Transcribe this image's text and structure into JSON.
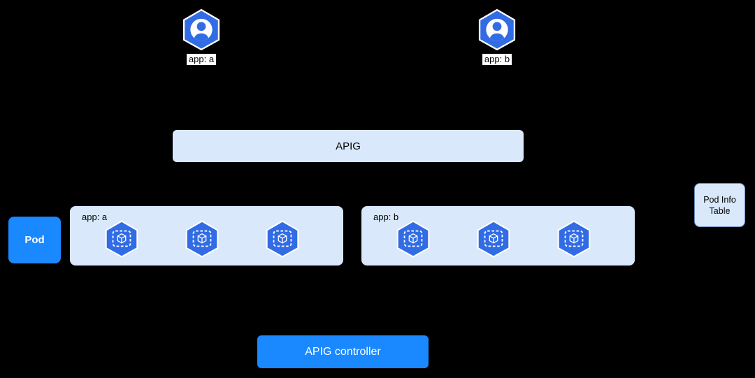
{
  "diagram": {
    "users": [
      {
        "label": "app: a"
      },
      {
        "label": "app: b"
      }
    ],
    "apig_box": {
      "label": "APIG"
    },
    "pod_badge": {
      "label": "Pod"
    },
    "pod_groups": [
      {
        "label": "app: a",
        "pod_count": 3
      },
      {
        "label": "app: b",
        "pod_count": 3
      }
    ],
    "pod_info_table": {
      "label": "Pod Info Table"
    },
    "apig_controller": {
      "label": "APIG controller"
    }
  },
  "colors": {
    "background": "#000000",
    "kubernetes_blue": "#326ce5",
    "light_blue_panel": "#d9e8fb",
    "bright_blue": "#1a88ff",
    "panel_border_blue": "#6c8ebf"
  }
}
